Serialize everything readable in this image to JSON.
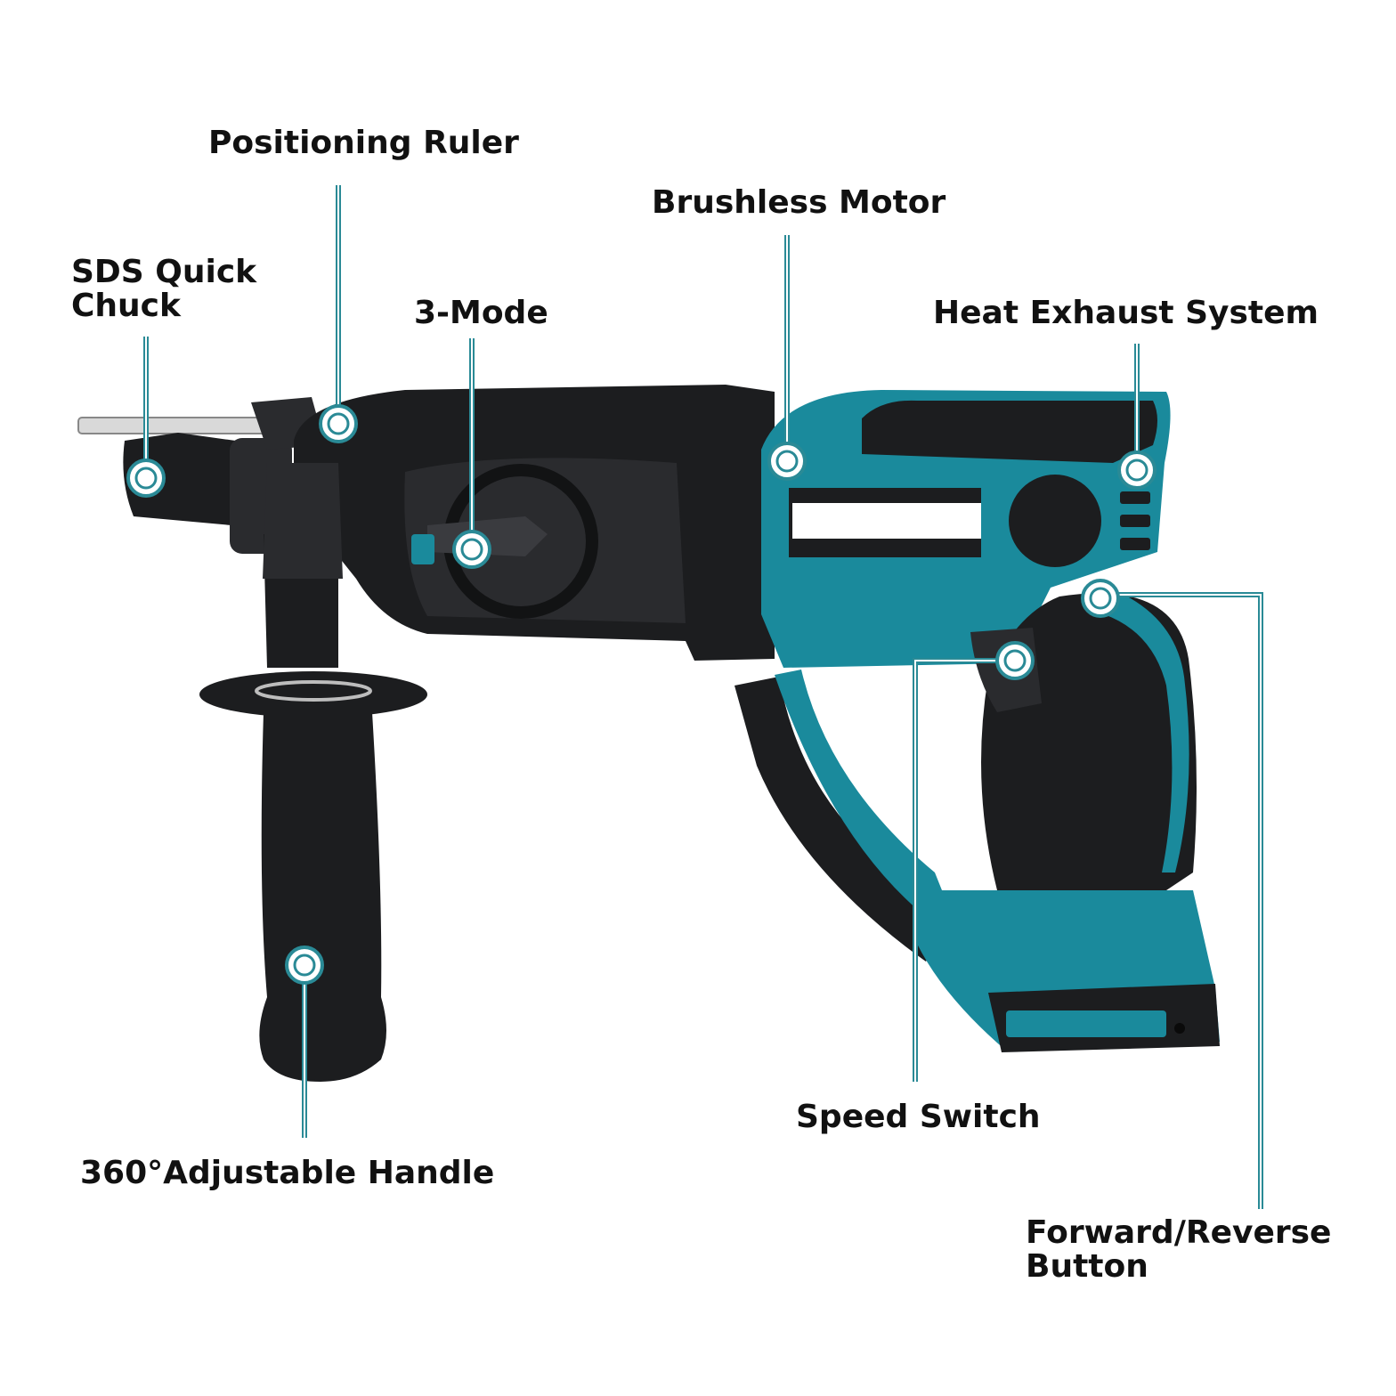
{
  "colors": {
    "teal": "#1a8a9c",
    "teal_light": "#2aa5b6",
    "body_black": "#1c1d1f",
    "body_dark": "#2a2b2e",
    "callout": "#2a8a96"
  },
  "labels": {
    "positioning_ruler": "Positioning Ruler",
    "brushless_motor": "Brushless Motor",
    "sds_quick_chuck": "SDS Quick\nChuck",
    "three_mode": "3-Mode",
    "heat_exhaust": "Heat Exhaust System",
    "speed_switch": "Speed Switch",
    "adjustable_handle": "360°Adjustable Handle",
    "forward_reverse": "Forward/Reverse\nButton"
  }
}
